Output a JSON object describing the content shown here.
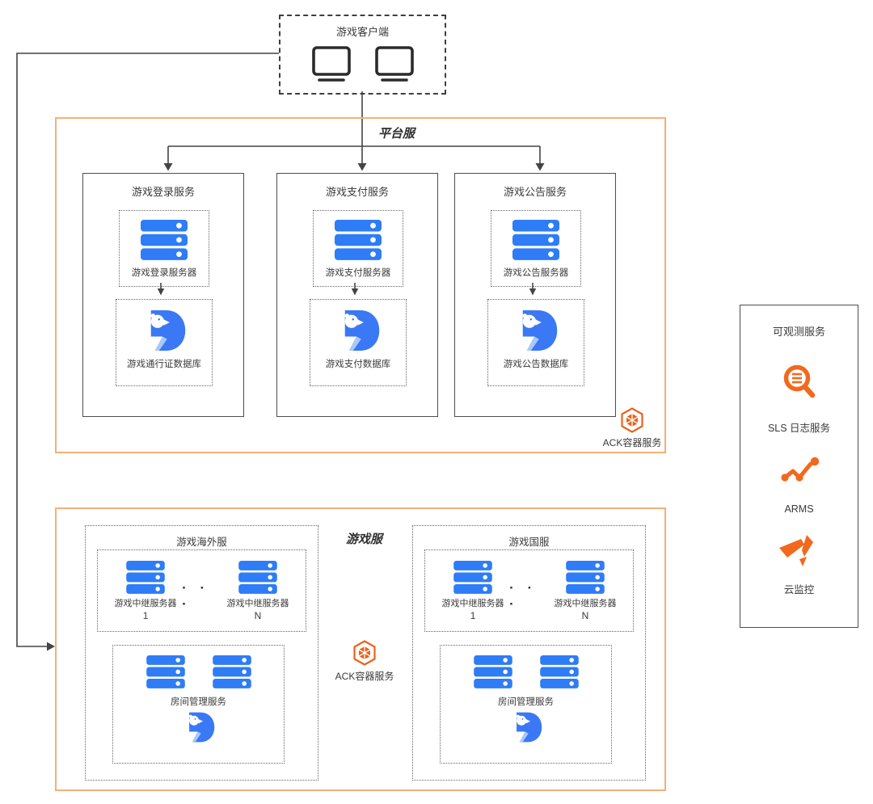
{
  "client": {
    "label": "游戏客户端"
  },
  "platform": {
    "label": "平台服",
    "ack_label": "ACK容器服务",
    "services": [
      {
        "title": "游戏登录服务",
        "server_label": "游戏登录服务器",
        "db_label": "游戏通行证数据库"
      },
      {
        "title": "游戏支付服务",
        "server_label": "游戏支付服务器",
        "db_label": "游戏支付数据库"
      },
      {
        "title": "游戏公告服务",
        "server_label": "游戏公告服务器",
        "db_label": "游戏公告数据库"
      }
    ]
  },
  "game": {
    "label": "游戏服",
    "ack_label": "ACK容器服务",
    "regions": [
      {
        "title": "游戏海外服",
        "relay_name": "游戏中继服务器",
        "relay_first": "1",
        "relay_last": "N",
        "ellipsis": "· · ·",
        "room_label": "房间管理服务"
      },
      {
        "title": "游戏国服",
        "relay_name": "游戏中继服务器",
        "relay_first": "1",
        "relay_last": "N",
        "ellipsis": "· · ·",
        "room_label": "房间管理服务"
      }
    ]
  },
  "observability": {
    "title": "可观测服务",
    "items": [
      {
        "label": "SLS 日志服务",
        "icon": "sls-log-icon"
      },
      {
        "label": "ARMS",
        "icon": "arms-icon"
      },
      {
        "label": "云监控",
        "icon": "cloud-monitor-icon"
      }
    ]
  },
  "colors": {
    "server_blue": "#2E7CF6",
    "polardb_blue": "#3A78F6",
    "alibaba_orange": "#F2691D",
    "zone_border_orange": "#F4B077",
    "connector_line": "#444444",
    "text": "#3A3A3A"
  }
}
